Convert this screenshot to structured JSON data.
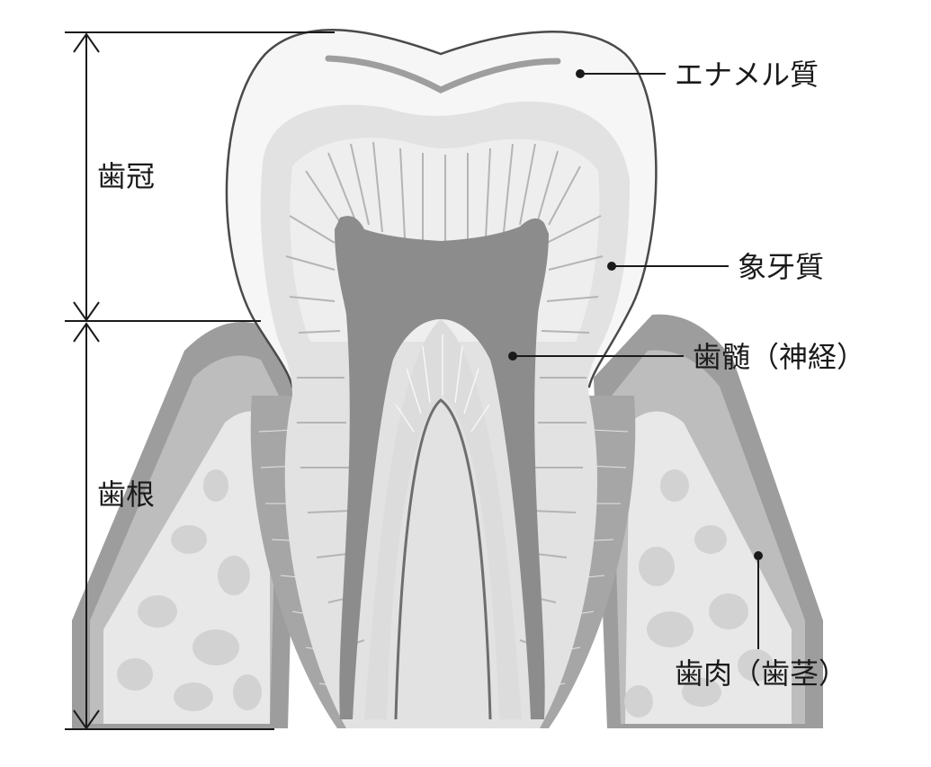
{
  "diagram": {
    "labels": {
      "crown": "歯冠",
      "root": "歯根",
      "enamel": "エナメル質",
      "dentin": "象牙質",
      "pulp": "歯髄（神経）",
      "gum": "歯肉（歯茎）"
    },
    "colors": {
      "enamel": "#f4f4f4",
      "dentin": "#e2e2e2",
      "pulp": "#8c8c8c",
      "gum": "#9a9a9a",
      "bone": "#e6e6e6",
      "lines": "#1a1a1a"
    }
  }
}
